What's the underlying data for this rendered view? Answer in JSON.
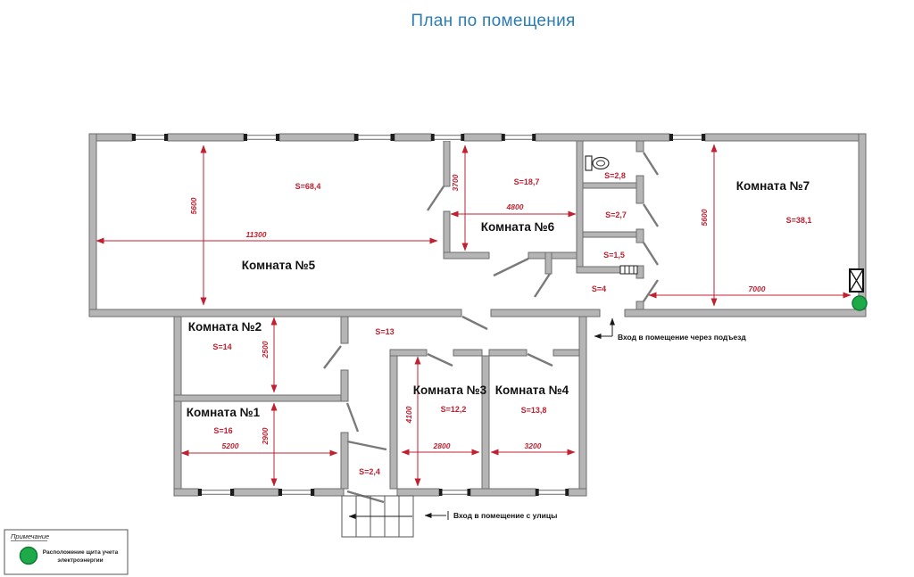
{
  "title": "План по помещения",
  "rooms": {
    "r1": {
      "name": "Комната №1",
      "area": "S=16"
    },
    "r2": {
      "name": "Комната №2",
      "area": "S=14"
    },
    "r3": {
      "name": "Комната №3",
      "area": "S=12,2"
    },
    "r4": {
      "name": "Комната №4",
      "area": "S=13,8"
    },
    "r5": {
      "name": "Комната №5",
      "area": "S=68,4"
    },
    "r6": {
      "name": "Комната №6",
      "area": "S=18,7"
    },
    "r7": {
      "name": "Комната №7",
      "area": "S=38,1"
    },
    "wc": {
      "area": "S=2,8"
    },
    "room27": {
      "area": "S=2,7"
    },
    "room15": {
      "area": "S=1,5"
    },
    "hall4": {
      "area": "S=4"
    },
    "corridor13": {
      "area": "S=13"
    },
    "vestibule24": {
      "area": "S=2,4"
    }
  },
  "dimensions": {
    "r5_w": "11300",
    "r5_h": "5600",
    "r6_w": "4800",
    "r6_h": "3700",
    "r7_w": "7000",
    "r7_h": "5600",
    "r2_h": "2500",
    "r1_w": "5200",
    "r1_h": "2900",
    "r3_w": "2800",
    "r3_h": "4100",
    "r4_w": "3200"
  },
  "annotations": {
    "entrance_podezd": "Вход  в помещение через подъезд",
    "entrance_street": "Вход в помещение с улицы"
  },
  "legend": {
    "title": "Примечание",
    "line1": "Расположение щита учета",
    "line2": "электроэнергии"
  },
  "colors": {
    "title_text": "#2b7db3",
    "dimension_red": "#c02030",
    "wall_gray": "#b5b5b5",
    "meter_green": "#1faa4a"
  }
}
